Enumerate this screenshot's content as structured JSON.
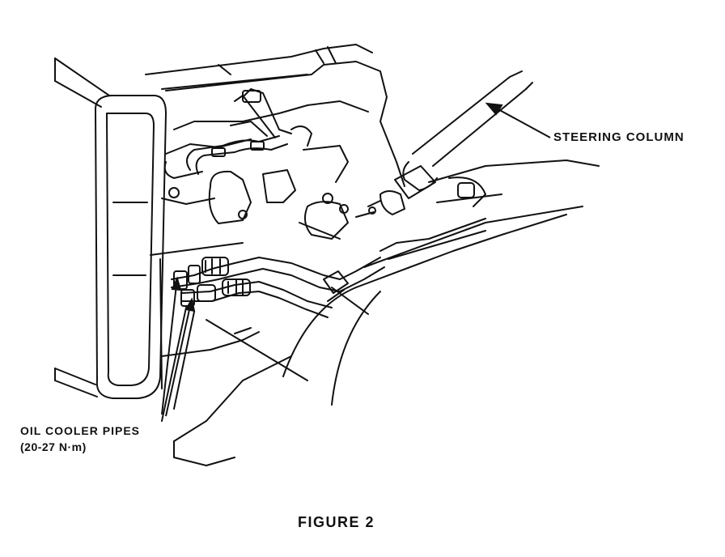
{
  "labels": {
    "steering_column": "STEERING COLUMN",
    "oil_cooler_pipes": "OIL COOLER PIPES",
    "torque_spec": "(20-27 N·m)",
    "figure_caption": "FIGURE 2"
  },
  "colors": {
    "ink": "#111111",
    "paper": "#ffffff"
  }
}
